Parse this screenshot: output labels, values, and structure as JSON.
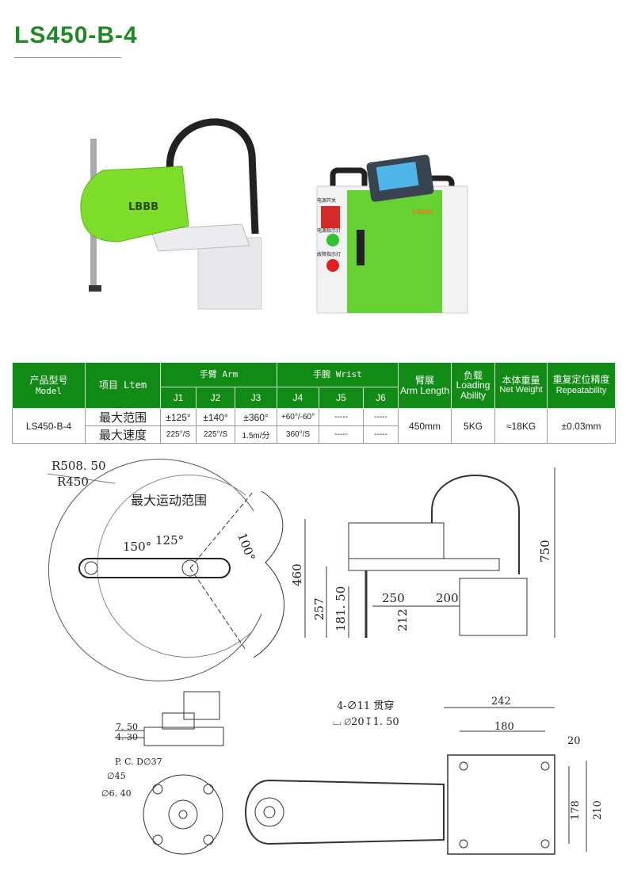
{
  "title": "LS450-B-4",
  "robot": {
    "logo": "LBBB",
    "controller_labels": [
      "电源开关",
      "电源指示灯",
      "故障指示灯"
    ],
    "controller_logo": "LBBB"
  },
  "table": {
    "h_model": "产品型号",
    "h_model_en": "Model",
    "h_item": "项目 Ltem",
    "h_arm": "手臂 Arm",
    "h_wrist": "手腕 Wrist",
    "joints": [
      "J1",
      "J2",
      "J3",
      "J4",
      "J5",
      "J6"
    ],
    "h_reach": "臂展",
    "h_reach_en": "Arm Length",
    "h_load": "负载",
    "h_load_en": "Loading Ability",
    "h_weight": "本体重量",
    "h_weight_en": "Net Weight",
    "h_rep": "重复定位精度",
    "h_rep_en": "Repeatability",
    "model": "LS450-B-4",
    "rows": [
      {
        "item": "最大范围",
        "values": [
          "±125°",
          "±140°",
          "±360°",
          "+60°/-60°",
          "-----",
          "-----"
        ]
      },
      {
        "item": "最大速度",
        "values": [
          "225°/S",
          "225°/S",
          "1.5m/分",
          "360°/S",
          "-----",
          "-----"
        ]
      }
    ],
    "reach": "450mm",
    "load": "5KG",
    "weight": "≈18KG",
    "repeatability": "±0.03mm"
  },
  "drawing": {
    "top": {
      "r1": "R508. 50",
      "r2": "R450",
      "range_label": "最大运动范围",
      "a100": "100°",
      "a150": "150°",
      "a125": "125°"
    },
    "side": {
      "d460": "460",
      "d257": "257",
      "d181": "181. 50",
      "d250": "250",
      "d200": "200",
      "d212": "212",
      "d750": "750"
    },
    "base": {
      "d750b": "7. 50",
      "d430": "4. 30",
      "pcd": "P. C. D∅37",
      "d45": "∅45",
      "d640": "∅6. 40"
    },
    "mount": {
      "holes": "4-∅11 贯穿",
      "cbore": "⌴ ∅20↧1. 50",
      "d242": "242",
      "d180": "180",
      "d20": "20",
      "d178": "178",
      "d210": "210"
    }
  }
}
